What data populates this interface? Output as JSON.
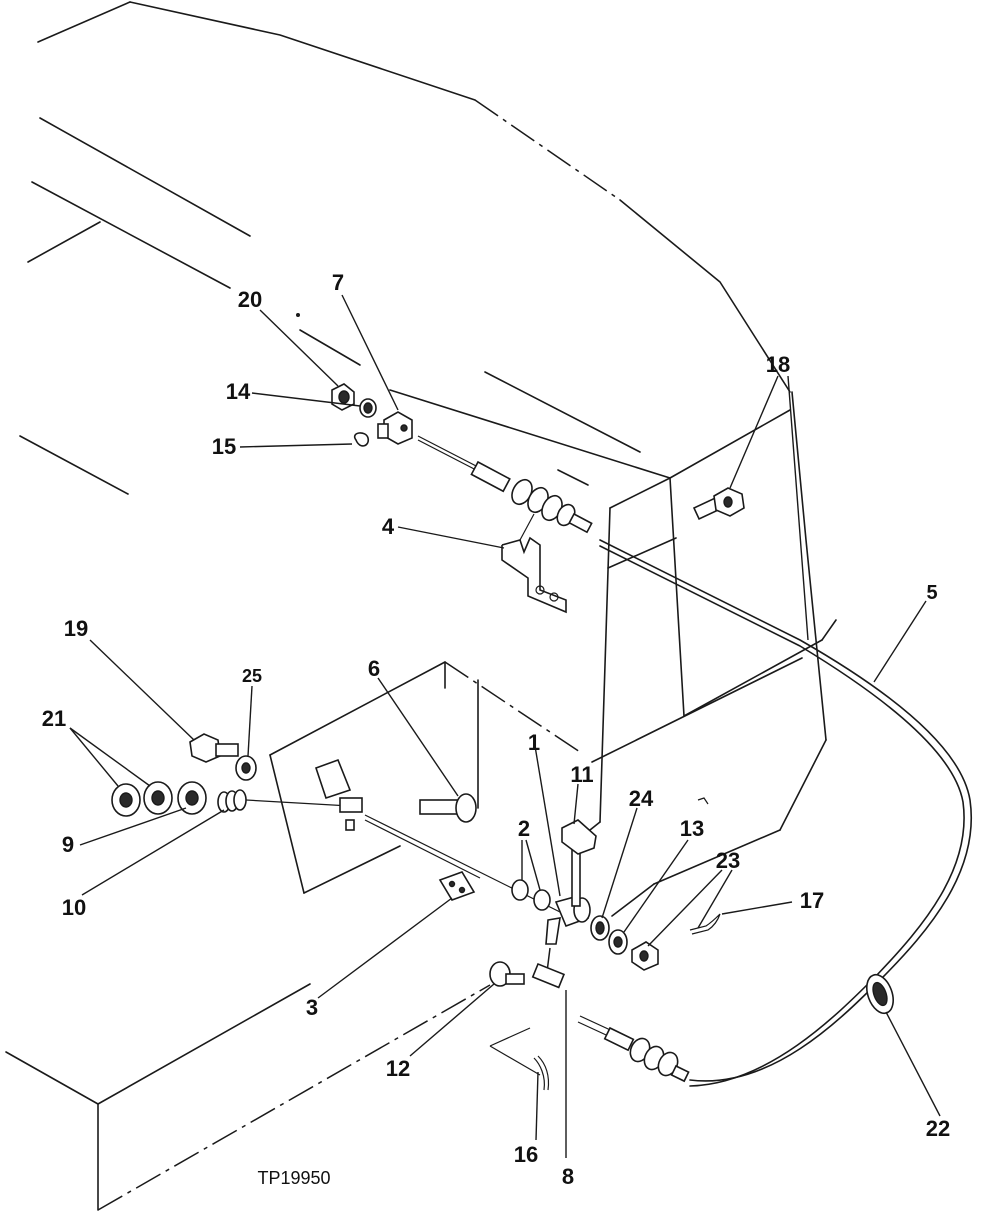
{
  "figure_id": "TP19950",
  "callouts": [
    {
      "id": "c20",
      "label": "20"
    },
    {
      "id": "c7",
      "label": "7"
    },
    {
      "id": "c14",
      "label": "14"
    },
    {
      "id": "c15",
      "label": "15"
    },
    {
      "id": "c18",
      "label": "18"
    },
    {
      "id": "c4",
      "label": "4"
    },
    {
      "id": "c5",
      "label": "5"
    },
    {
      "id": "c19",
      "label": "19"
    },
    {
      "id": "c25",
      "label": "25"
    },
    {
      "id": "c6",
      "label": "6"
    },
    {
      "id": "c21",
      "label": "21"
    },
    {
      "id": "c1",
      "label": "1"
    },
    {
      "id": "c11",
      "label": "11"
    },
    {
      "id": "c24",
      "label": "24"
    },
    {
      "id": "c13",
      "label": "13"
    },
    {
      "id": "c2",
      "label": "2"
    },
    {
      "id": "c9",
      "label": "9"
    },
    {
      "id": "c23",
      "label": "23"
    },
    {
      "id": "c17",
      "label": "17"
    },
    {
      "id": "c10",
      "label": "10"
    },
    {
      "id": "c3",
      "label": "3"
    },
    {
      "id": "c12",
      "label": "12"
    },
    {
      "id": "c22",
      "label": "22"
    },
    {
      "id": "c16",
      "label": "16"
    },
    {
      "id": "c8",
      "label": "8"
    }
  ]
}
